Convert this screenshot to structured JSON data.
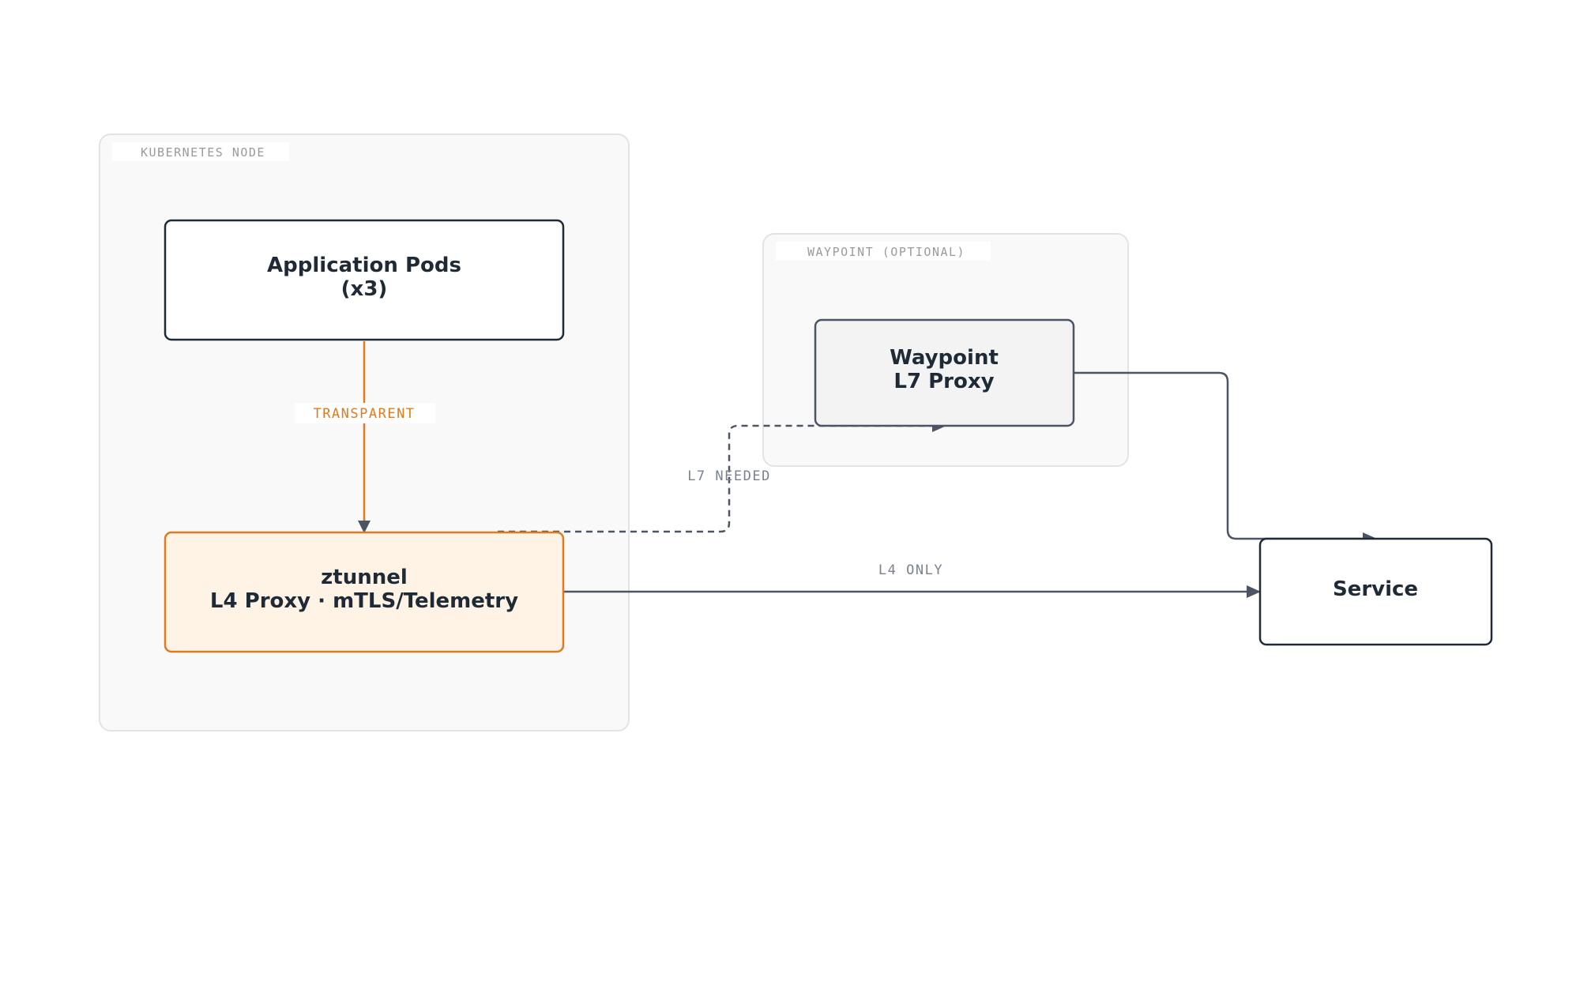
{
  "groups": {
    "kubernetes_node": {
      "label": "KUBERNETES NODE"
    },
    "waypoint": {
      "label": "WAYPOINT (OPTIONAL)"
    }
  },
  "nodes": {
    "app_pods": {
      "line1": "Application Pods",
      "line2": "(x3)"
    },
    "ztunnel": {
      "line1": "ztunnel",
      "line2": "L4 Proxy · mTLS/Telemetry"
    },
    "waypoint_proxy": {
      "line1": "Waypoint",
      "line2": "L7 Proxy"
    },
    "service": {
      "line1": "Service"
    }
  },
  "edges": {
    "transparent": {
      "label": "TRANSPARENT"
    },
    "l7_needed": {
      "label": "L7 NEEDED"
    },
    "l4_only": {
      "label": "L4 ONLY"
    }
  },
  "colors": {
    "orange": "#e07a1f",
    "ztunnel_fill": "#fef3e4",
    "dark": "#1f2a37",
    "edge_gray": "#4b5563"
  }
}
